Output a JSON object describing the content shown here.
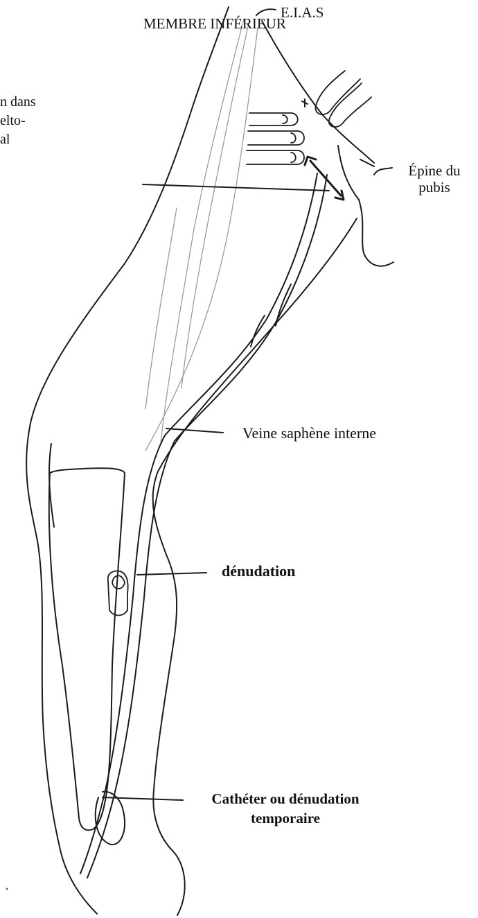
{
  "title": "MEMBRE INFÉRIEUR",
  "cropped_text": [
    "n dans",
    "elto-",
    "al"
  ],
  "labels": {
    "elas": "E.I.A.S",
    "epine_pubis_line1": "Épine du",
    "epine_pubis_line2": "pubis",
    "veine_saphene": "Veine saphène interne",
    "denudation": "dénudation",
    "catheter_line1": "Cathéter ou dénudation",
    "catheter_line2": "temporaire"
  },
  "colors": {
    "ink": "#111111",
    "faint": "#999999",
    "background": "#ffffff"
  }
}
